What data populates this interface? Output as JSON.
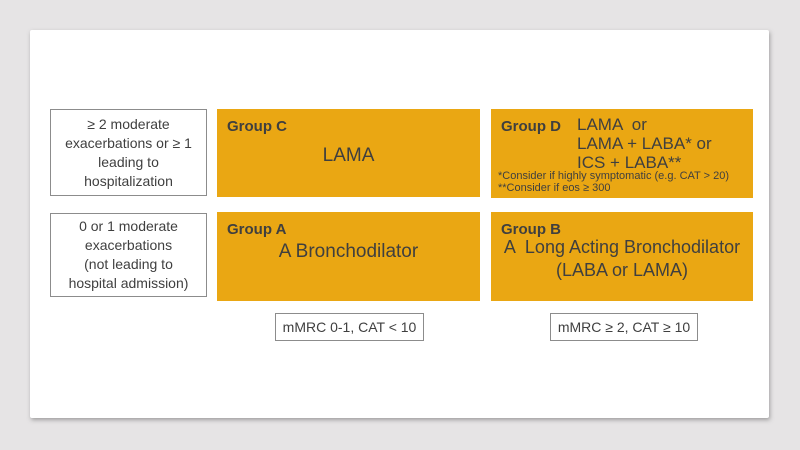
{
  "colors": {
    "page_background": "#E6E4E5",
    "slide_background": "#FFFFFF",
    "box_orange": "#EAA713",
    "text_dark": "#3F3F3F",
    "box_border": "#8C8C8C"
  },
  "exacerbation_axis": {
    "high": {
      "lines": [
        "≥ 2 moderate",
        "exacerbations or ≥ 1",
        "leading to",
        "hospitalization"
      ]
    },
    "low": {
      "lines": [
        "0 or 1 moderate",
        "exacerbations",
        "(not leading to",
        "hospital admission)"
      ]
    }
  },
  "groups": {
    "group_c": {
      "label": "Group C",
      "treatment": "LAMA"
    },
    "group_d": {
      "label": "Group D",
      "treatments": [
        "LAMA  or",
        "LAMA + LABA* or",
        "ICS + LABA**"
      ],
      "footnotes": [
        "*Consider if highly symptomatic (e.g. CAT > 20)",
        "**Consider if eos ≥ 300"
      ]
    },
    "group_a": {
      "label": "Group A",
      "treatment": "A Bronchodilator"
    },
    "group_b": {
      "label": "Group B",
      "treatments": [
        "A  Long Acting Bronchodilator",
        "(LABA or LAMA)"
      ]
    }
  },
  "symptom_axis": {
    "low": "mMRC 0-1, CAT < 10",
    "high": "mMRC ≥ 2, CAT ≥ 10"
  }
}
